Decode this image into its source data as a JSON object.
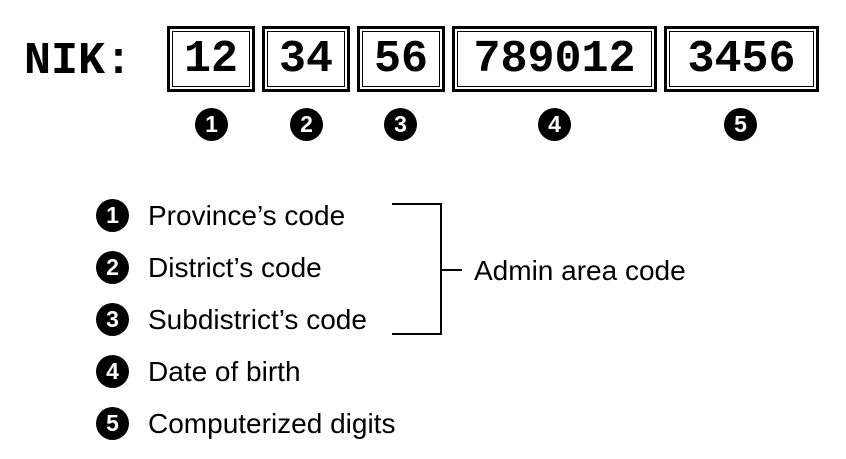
{
  "nik_label": "NIK:",
  "segments": [
    {
      "number": "1",
      "digits": "12"
    },
    {
      "number": "2",
      "digits": "34"
    },
    {
      "number": "3",
      "digits": "56"
    },
    {
      "number": "4",
      "digits": "789012"
    },
    {
      "number": "5",
      "digits": "3456"
    }
  ],
  "legend": [
    {
      "number": "1",
      "label": "Province’s code"
    },
    {
      "number": "2",
      "label": "District’s code"
    },
    {
      "number": "3",
      "label": "Subdistrict’s code"
    },
    {
      "number": "4",
      "label": "Date of birth"
    },
    {
      "number": "5",
      "label": "Computerized digits"
    }
  ],
  "group_label": "Admin area code"
}
